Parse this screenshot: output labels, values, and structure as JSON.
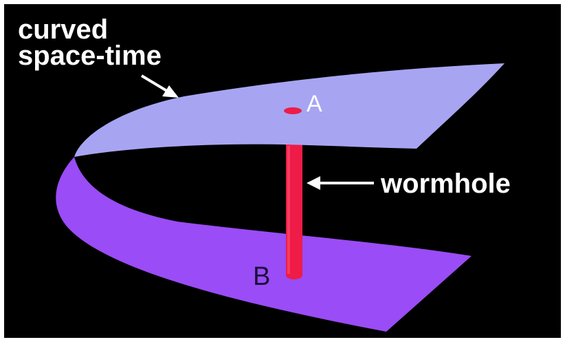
{
  "labels": {
    "curved_line1": "curved",
    "curved_line2": "space-time",
    "wormhole": "wormhole",
    "point_a": "A",
    "point_b": "B"
  },
  "colors": {
    "background": "#000000",
    "frame": "#ffffff",
    "upper_sheet": "#a7a5f2",
    "lower_sheet": "#9a4cf6",
    "wormhole": "#ee1c47",
    "text_light": "#ffffff",
    "text_dark": "#1b0f3a"
  }
}
